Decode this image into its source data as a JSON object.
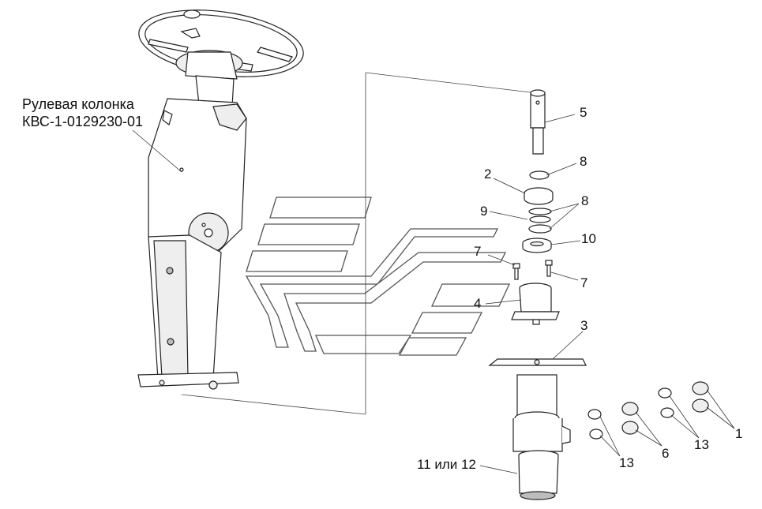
{
  "title_lines": [
    "Рулевая колонка",
    "КВС-1-0129230-01"
  ],
  "callouts": {
    "c1": "1",
    "c2": "2",
    "c3": "3",
    "c4": "4",
    "c5": "5",
    "c6": "6",
    "c7a": "7",
    "c7b": "7",
    "c8a": "8",
    "c8b": "8",
    "c9": "9",
    "c10": "10",
    "c11": "11 или 12",
    "c13a": "13",
    "c13b": "13"
  }
}
